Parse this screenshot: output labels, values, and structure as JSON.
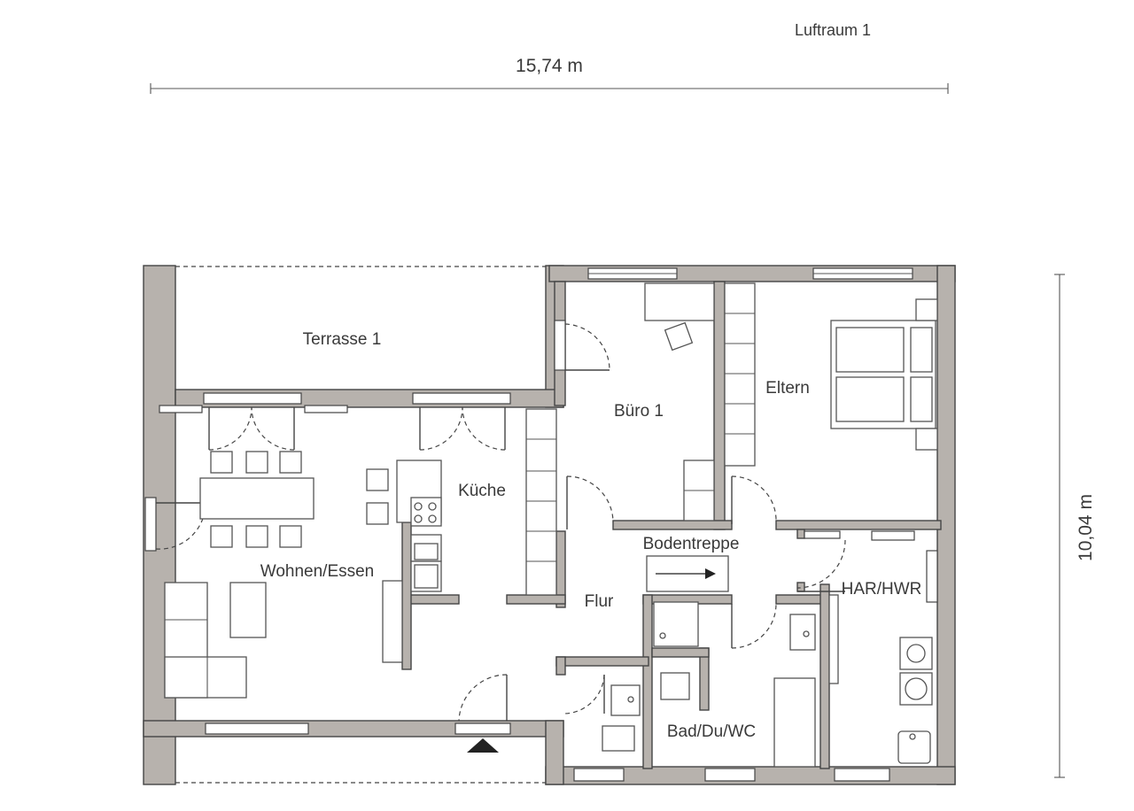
{
  "labels": {
    "luftraum": "Luftraum 1",
    "width_dim": "15,74 m",
    "height_dim": "10,04 m",
    "terrasse": "Terrasse 1",
    "buero": "Büro 1",
    "eltern": "Eltern",
    "kueche": "Küche",
    "wohnen": "Wohnen/Essen",
    "bodentreppe": "Bodentreppe",
    "flur": "Flur",
    "har": "HAR/HWR",
    "bad": "Bad/Du/WC"
  },
  "colors": {
    "wall": "#b7b2ad",
    "line": "#444444",
    "text": "#3a3a3a"
  },
  "icons": {
    "entrance": "entrance-arrow-icon",
    "stairs": "arrow-right-icon"
  }
}
